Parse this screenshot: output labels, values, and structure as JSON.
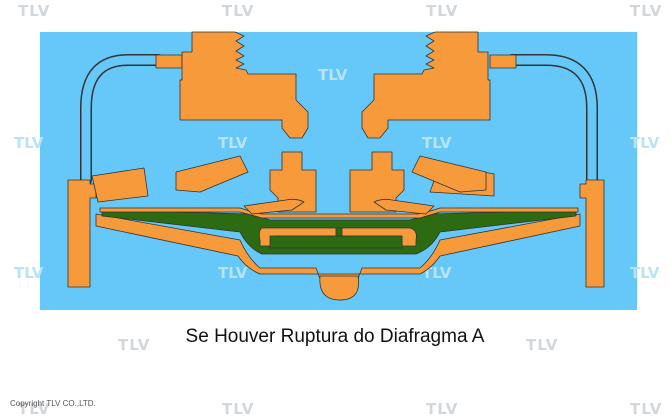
{
  "caption": "Se Houver Ruptura do Diafragma A",
  "copyright": "Copyright TLV CO.,LTD.",
  "watermark": "TLV",
  "colors": {
    "background": "#66c8f8",
    "metal": "#f79a3c",
    "diaphragm": "#2d6b12",
    "outline": "#333333",
    "page": "#ffffff"
  }
}
